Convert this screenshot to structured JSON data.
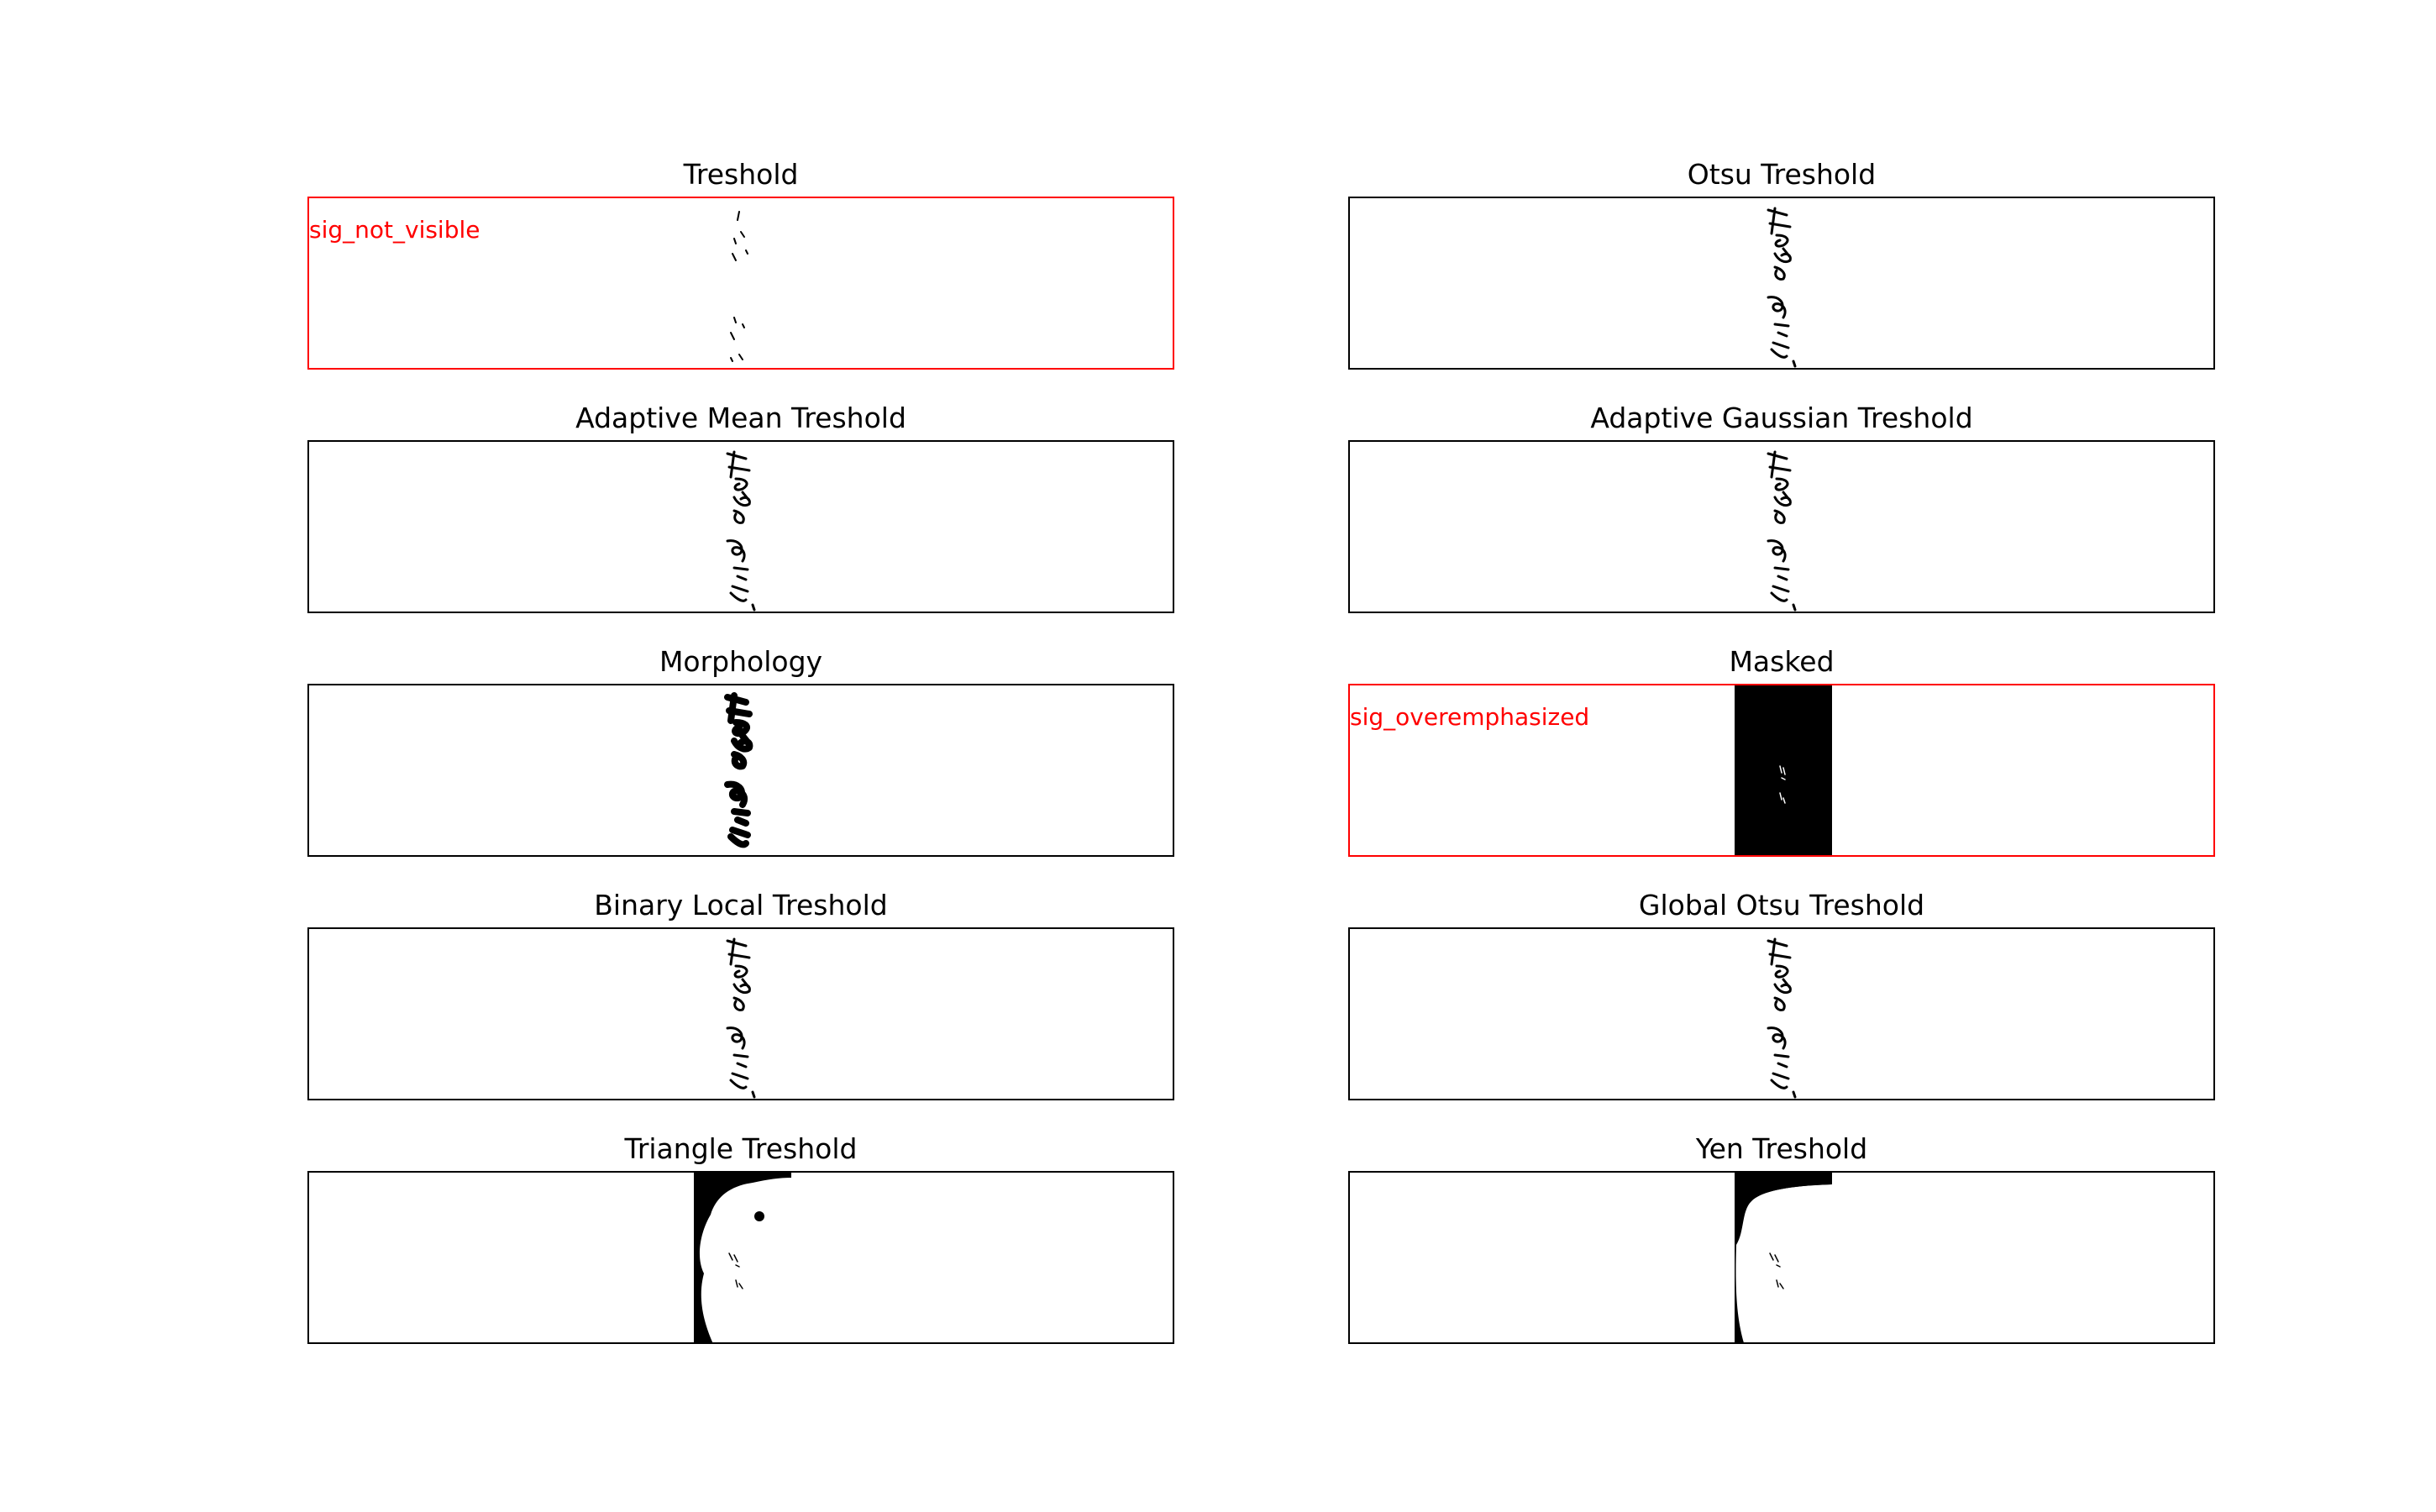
{
  "panels": [
    {
      "title": "Treshold",
      "flag": "sig_not_visible",
      "render": "faint",
      "border_color": "#ff0000"
    },
    {
      "title": "Otsu Treshold",
      "flag": "",
      "render": "thin",
      "border_color": "#000000"
    },
    {
      "title": "Adaptive Mean Treshold",
      "flag": "",
      "render": "thin",
      "border_color": "#000000"
    },
    {
      "title": "Adaptive Gaussian Treshold",
      "flag": "",
      "render": "thin",
      "border_color": "#000000"
    },
    {
      "title": "Morphology",
      "flag": "",
      "render": "bold",
      "border_color": "#000000"
    },
    {
      "title": "Masked",
      "flag": "sig_overemphasized",
      "render": "masked",
      "border_color": "#ff0000"
    },
    {
      "title": "Binary Local Treshold",
      "flag": "",
      "render": "thin",
      "border_color": "#000000"
    },
    {
      "title": "Global Otsu Treshold",
      "flag": "",
      "render": "thin",
      "border_color": "#000000"
    },
    {
      "title": "Triangle Treshold",
      "flag": "",
      "render": "triangle",
      "border_color": "#000000"
    },
    {
      "title": "Yen Treshold",
      "flag": "",
      "render": "yen",
      "border_color": "#000000"
    }
  ],
  "colors": {
    "flag": "#ff0000",
    "frame": "#000000",
    "ink": "#000000"
  }
}
